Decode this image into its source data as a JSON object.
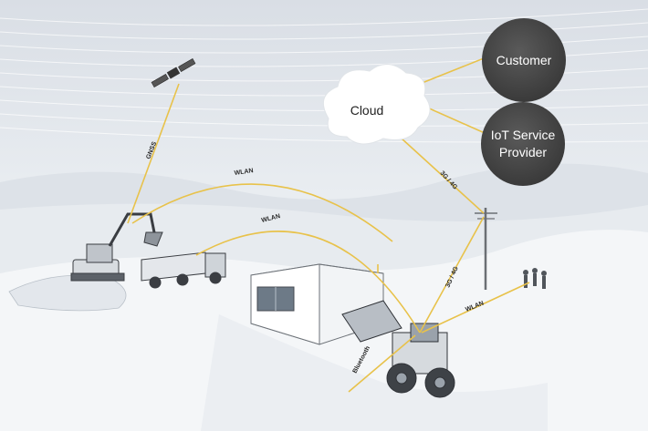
{
  "nodes": {
    "customer": "Customer",
    "iot_line1": "IoT Service",
    "iot_line2": "Provider",
    "cloud": "Cloud"
  },
  "links": {
    "gnss": "GNSS",
    "wlan_top": "WLAN",
    "wlan_mid": "WLAN",
    "wlan_right": "WLAN",
    "cell_upper": "3G / 4G",
    "cell_lower": "3G / 4G",
    "bluetooth": "Bluetooth"
  },
  "colors": {
    "link": "#e8c24a",
    "node_fill": "#4a4a4a",
    "sky": "#dfe4ea"
  }
}
